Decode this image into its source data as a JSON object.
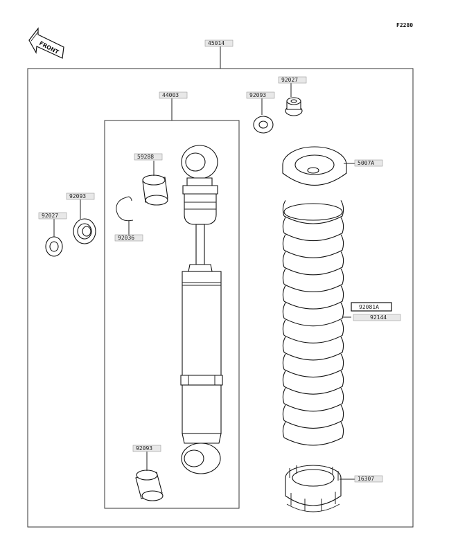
{
  "figure_code": "F2280",
  "front_label": "FRONT",
  "labels": {
    "assembly": "45014",
    "shock_absorber": "44003",
    "washer_left": "92027",
    "bearing_left": "92093",
    "bushing_upper": "59288",
    "circlip": "92036",
    "bushing_lower": "92093",
    "washer_top": "92093",
    "collar_top": "92027",
    "spring_seat": "5007A",
    "spring_box": "92081A",
    "spring": "92144",
    "adjuster_nut": "16307"
  }
}
